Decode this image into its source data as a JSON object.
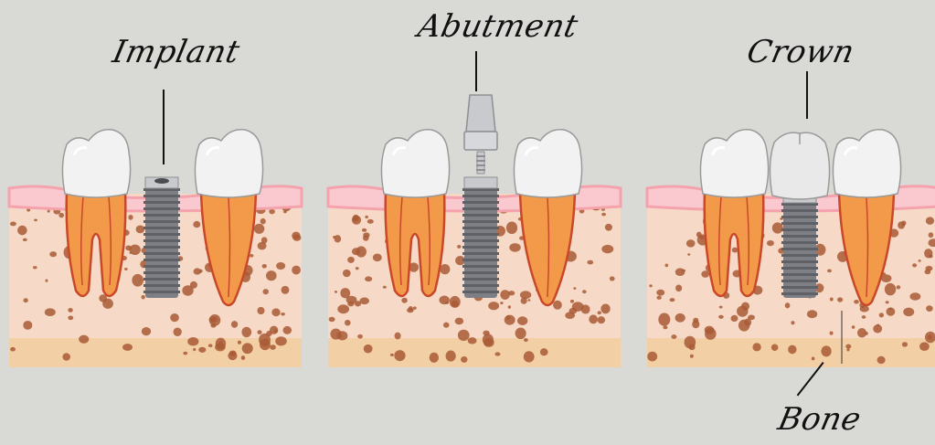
{
  "labels": {
    "implant": "Implant",
    "abutment": "Abutment",
    "crown": "Crown",
    "bone": "Bone"
  },
  "colors": {
    "background": "#d9dad6",
    "bone": "#f6d9c6",
    "bone_bottom": "#f3cfa6",
    "bone_speck": "#a85a35",
    "gum": "#f4a3ad",
    "gum_light": "#f9c9cf",
    "root": "#f29a4a",
    "root_outline": "#c9482a",
    "enamel": "#f2f2f2",
    "metal": "#7d7f84",
    "metal_light": "#c8cacd"
  }
}
